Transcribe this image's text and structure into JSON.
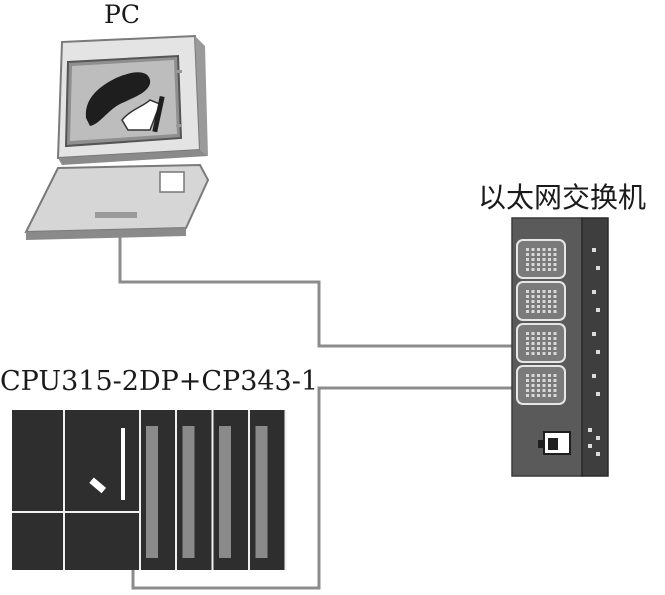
{
  "labels": {
    "pc": "PC",
    "switch": "以太网交换机",
    "plc": "CPU315-2DP+CP343-1"
  },
  "colors": {
    "cable": "#8c8c8c",
    "pc_body": "#cfcfcf",
    "switch_body": "#5a5a5a",
    "plc_body": "#2e2e2e",
    "port_highlight": "#e6e6e6"
  },
  "devices": {
    "switch": {
      "port_count": 4,
      "connected_ports": [
        3,
        4
      ]
    },
    "plc": {
      "module_slots": 4
    }
  }
}
